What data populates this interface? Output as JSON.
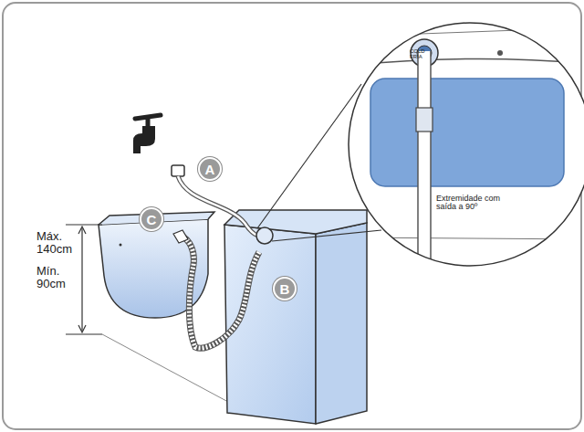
{
  "diagram": {
    "nodes": [
      {
        "text": [
          "A"
        ]
      },
      {
        "text": [
          "C"
        ]
      },
      {
        "text": [
          "B"
        ]
      }
    ],
    "labels": [
      "Máx. 140cm",
      "Mín. 90cm",
      "COLD FRIA",
      "Extremidade com saída a 90º"
    ]
  }
}
